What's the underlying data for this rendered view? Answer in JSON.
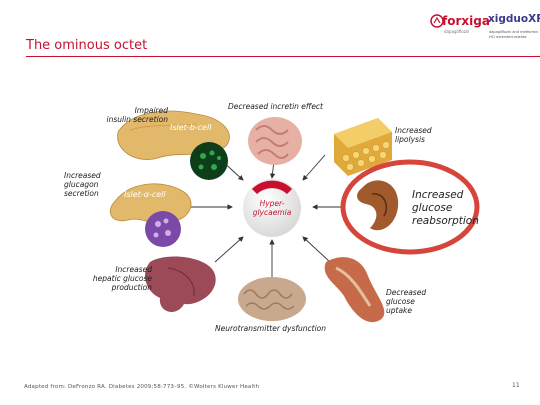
{
  "header": {
    "title": "The ominous octet",
    "logo_left": "forxiga",
    "logo_left_sub": "dapagliflozin",
    "logo_right": "xigduoXR",
    "logo_right_sub": "dapagliflozin and metformin HCl extended-release"
  },
  "diagram": {
    "center_label": "Hyper-\nglycaemia",
    "center_banner": "",
    "labels": {
      "impaired_insulin": "Impaired\ninsulin secretion",
      "incretin": "Decreased incretin effect",
      "lipolysis": "Increased\nlipolysis",
      "glucagon": "Increased\nglucagon\nsecretion",
      "reabsorption": "Increased\nglucose\nreabsorption",
      "hepatic": "Increased\nhepatic glucose\nproduction",
      "uptake": "Decreased\nglucose\nuptake",
      "neuro": "Neurotransmitter dysfunction",
      "islet_b": "Islet-b-cell",
      "islet_a": "Islet-α-cell"
    },
    "colors": {
      "accent_red": "#c8102e",
      "circle_red": "#d6453c",
      "center_red": "#c8102e"
    }
  },
  "footer": {
    "citation": "Adapted from: DeFronzo RA. Diabetes 2009;58:773–95. ©Wolters Kluwer Health",
    "page_number": "11"
  }
}
